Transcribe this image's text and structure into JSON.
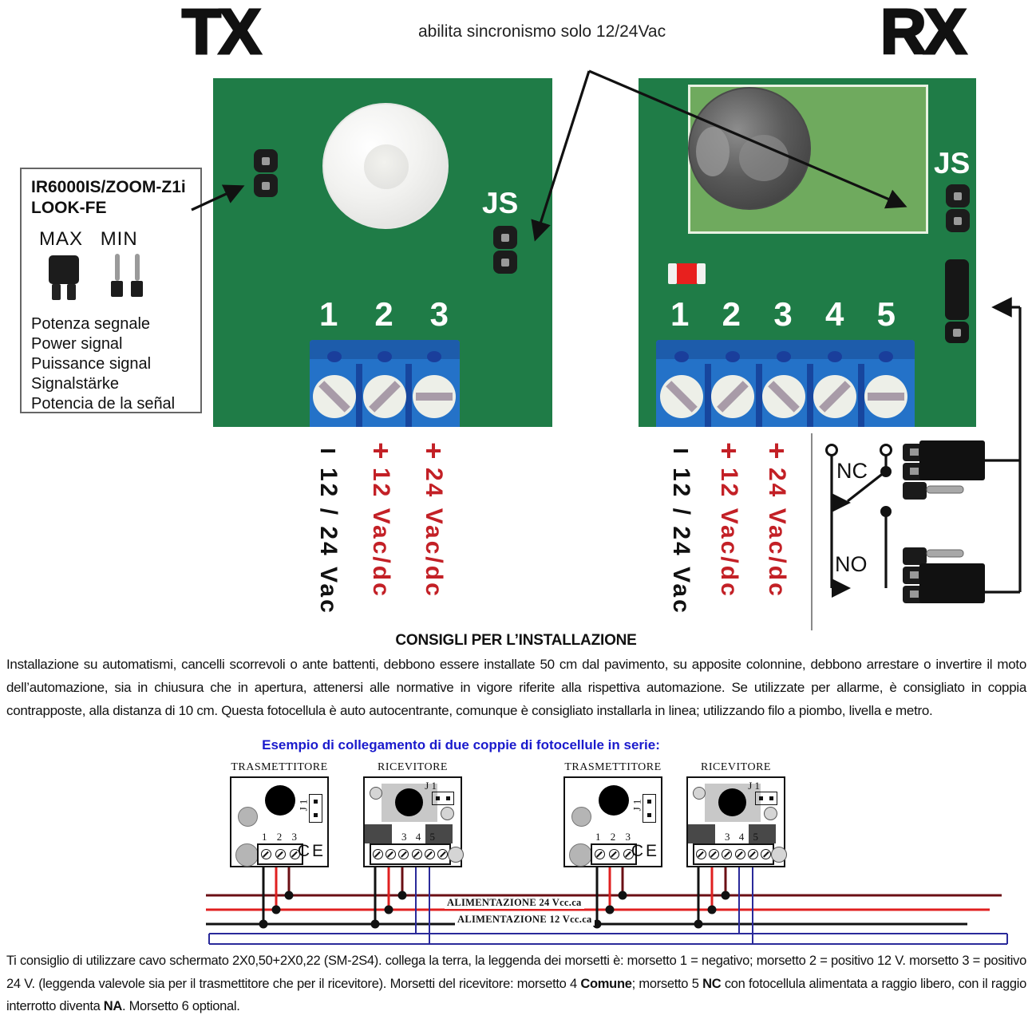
{
  "header": {
    "tx_label": "TX",
    "rx_label": "RX",
    "sync_note": "abilita sincronismo solo 12/24Vac"
  },
  "callout": {
    "model_line1": "IR6000IS/ZOOM-Z1i",
    "model_line2": "LOOK-FE",
    "max_label": "MAX",
    "min_label": "MIN",
    "signal_labels": [
      "Potenza segnale",
      "Power signal",
      "Puissance signal",
      "Signalstärke",
      "Potencia de la señal"
    ]
  },
  "tx_board": {
    "js_label": "JS",
    "terminal_numbers": [
      "1",
      "2",
      "3"
    ],
    "wire_labels": [
      {
        "sign": "−",
        "text": "12 / 24 Vac",
        "color": "#111111"
      },
      {
        "sign": "+",
        "text": "12 Vac/dc",
        "color": "#c32026"
      },
      {
        "sign": "+",
        "text": "24 Vac/dc",
        "color": "#c32026"
      }
    ]
  },
  "rx_board": {
    "js_label": "JS",
    "terminal_numbers": [
      "1",
      "2",
      "3",
      "4",
      "5"
    ],
    "wire_labels": [
      {
        "sign": "−",
        "text": "12 / 24 Vac",
        "color": "#111111"
      },
      {
        "sign": "+",
        "text": "12 Vac/dc",
        "color": "#c32026"
      },
      {
        "sign": "+",
        "text": "24 Vac/dc",
        "color": "#c32026"
      }
    ],
    "relay": {
      "nc_label": "NC",
      "no_label": "NO"
    }
  },
  "installation": {
    "title": "CONSIGLI PER L’INSTALLAZIONE",
    "body": "Installazione su automatismi, cancelli scorrevoli o ante battenti, debbono essere installate 50 cm dal pavimento, su apposite colonnine, debbono arrestare o invertire il moto dell’automazione, sia in chiusura che in apertura, attenersi alle normative in vigore riferite alla rispettiva automazione. Se utilizzate per allarme, è consigliato in coppia contrapposte, alla distanza di 10 cm. Questa fotocellula è auto autocentrante, comunque è consigliato installarla in linea; utilizzando filo a piombo, livella e metro."
  },
  "series_example": {
    "title": "Esempio di collegamento di due coppie di fotocellule in serie:",
    "transmitter_label": "TRASMETTITORE",
    "receiver_label": "RICEVITORE",
    "j1_label": "J 1",
    "tx_terminal_numbers": "1 2 3",
    "rx_terminal_numbers": "3 4 5",
    "ce_label": "CE",
    "bus_24_label": "ALIMENTAZIONE 24 Vcc.ca",
    "bus_12_label": "ALIMENTAZIONE 12 Vcc.ca"
  },
  "footer_note": {
    "parts": [
      {
        "text": "Ti consiglio di utilizzare cavo schermato 2X0,50+2X0,22 (SM-2S4). collega la terra, la leggenda dei morsetti è: morsetto 1 = negativo; morsetto 2 = positivo 12 V. morsetto 3 = positivo 24 V. (leggenda valevole sia per il trasmettitore che per il ricevitore). Morsetti del ricevitore: morsetto 4 ",
        "bold": false
      },
      {
        "text": "Comune",
        "bold": true
      },
      {
        "text": "; morsetto 5 ",
        "bold": false
      },
      {
        "text": "NC",
        "bold": true
      },
      {
        "text": " con fotocellula alimentata a raggio libero, con il raggio interrotto diventa ",
        "bold": false
      },
      {
        "text": "NA",
        "bold": true
      },
      {
        "text": ". Morsetto 6 optional.",
        "bold": false
      }
    ]
  },
  "colors": {
    "pcb_green": "#1f7c47",
    "pcb_light_green": "#6faa5e",
    "terminal_blue": "#2472c8",
    "terminal_blue_dark": "#1d5cab",
    "label_red": "#c32026",
    "led_red": "#e8201e",
    "example_title_blue": "#1a1acc",
    "wire_dark_red": "#6b0f14",
    "wire_red": "#e02020",
    "wire_blue": "#2a2a9a",
    "wire_black": "#111111"
  }
}
